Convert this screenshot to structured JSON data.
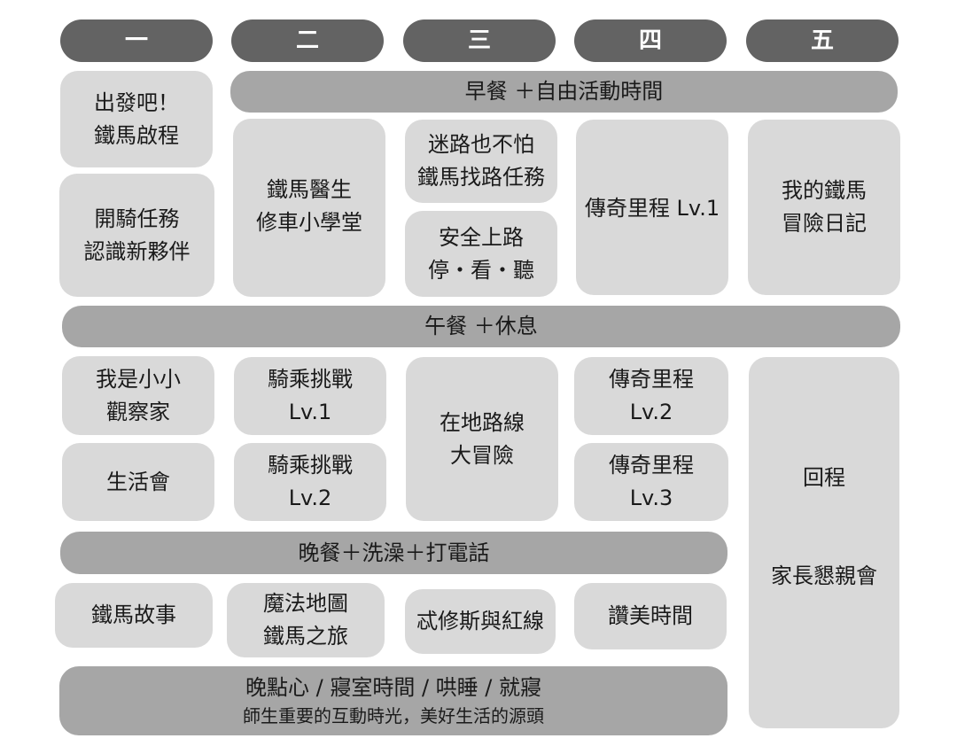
{
  "days": [
    "一",
    "二",
    "三",
    "四",
    "五"
  ],
  "bands": {
    "breakfast": "早餐 ＋自由活動時間",
    "lunch": "午餐 ＋休息",
    "dinner": "晚餐＋洗澡＋打電話",
    "night": "晚點心 / 寢室時間 / 哄睡 / 就寢",
    "night_sub": "師生重要的互動時光，美好生活的源頭"
  },
  "morning": {
    "mon1": [
      "出發吧！",
      "鐵馬啟程"
    ],
    "mon2": [
      "開騎任務",
      "認識新夥伴"
    ],
    "tue": [
      "鐵馬醫生",
      "修車小學堂"
    ],
    "wed1": [
      "迷路也不怕",
      "鐵馬找路任務"
    ],
    "wed2": [
      "安全上路",
      "停・看・聽"
    ],
    "thu": [
      "傳奇里程 Lv.1"
    ],
    "fri": [
      "我的鐵馬",
      "冒險日記"
    ]
  },
  "afternoon": {
    "mon1": [
      "我是小小",
      "觀察家"
    ],
    "mon2": [
      "生活會"
    ],
    "tue1": [
      "騎乘挑戰",
      "Lv.1"
    ],
    "tue2": [
      "騎乘挑戰",
      "Lv.2"
    ],
    "wed": [
      "在地路線",
      "大冒險"
    ],
    "thu1": [
      "傳奇里程",
      "Lv.2"
    ],
    "thu2": [
      "傳奇里程",
      "Lv.3"
    ],
    "fri": [
      "回程",
      "家長懇親會"
    ]
  },
  "evening": {
    "mon": [
      "鐵馬故事"
    ],
    "tue": [
      "魔法地圖",
      "鐵馬之旅"
    ],
    "wed": [
      "忒修斯與紅線"
    ],
    "thu": [
      "讚美時間"
    ]
  }
}
